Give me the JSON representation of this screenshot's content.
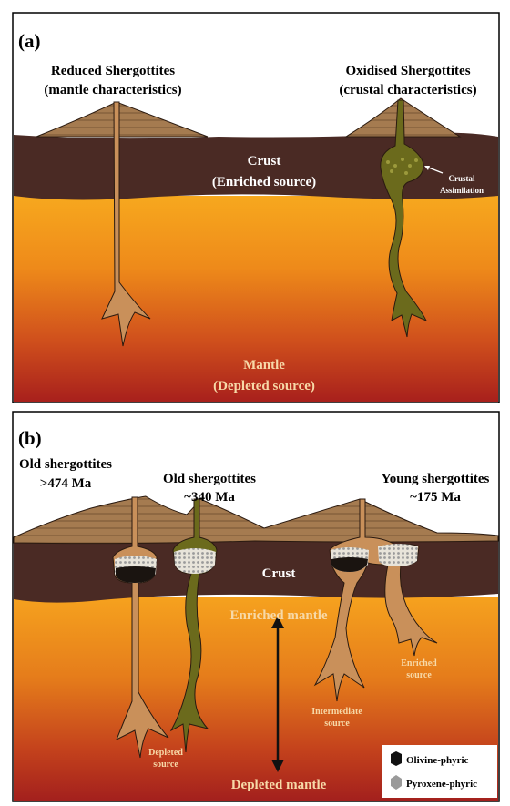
{
  "panel_a": {
    "tag": "(a)",
    "left_title": [
      "Reduced Shergottites",
      "(mantle characteristics)"
    ],
    "right_title": [
      "Oxidised Shergottites",
      "(crustal characteristics)"
    ],
    "crust_label": [
      "Crust",
      "(Enriched source)"
    ],
    "assimilation_label": [
      "Crustal",
      "Assimilation"
    ],
    "mantle_label": [
      "Mantle",
      "(Depleted source)"
    ]
  },
  "panel_b": {
    "tag": "(b)",
    "old1_title": [
      "Old shergottites",
      ">474 Ma"
    ],
    "old2_title": [
      "Old shergottites",
      "~340 Ma"
    ],
    "young_title": [
      "Young shergottites",
      "~175 Ma"
    ],
    "crust_label": "Crust",
    "enriched_mantle": "Enriched mantle",
    "depleted_mantle": "Depleted mantle",
    "enriched_source": [
      "Enriched",
      "source"
    ],
    "intermediate_source": [
      "Intermediate",
      "source"
    ],
    "depleted_source": [
      "Depleted",
      "source"
    ],
    "legend": {
      "olivine": "Olivine-phyric",
      "pyroxene": "Pyroxene-phyric"
    }
  },
  "colors": {
    "crust": "#4a2a24",
    "volcano": "#a07a52",
    "conduit_reduced": "#c9905a",
    "conduit_oxidised": "#6b6a1c",
    "label_white": "#ffffff",
    "label_orange": "#f7d9a8"
  }
}
